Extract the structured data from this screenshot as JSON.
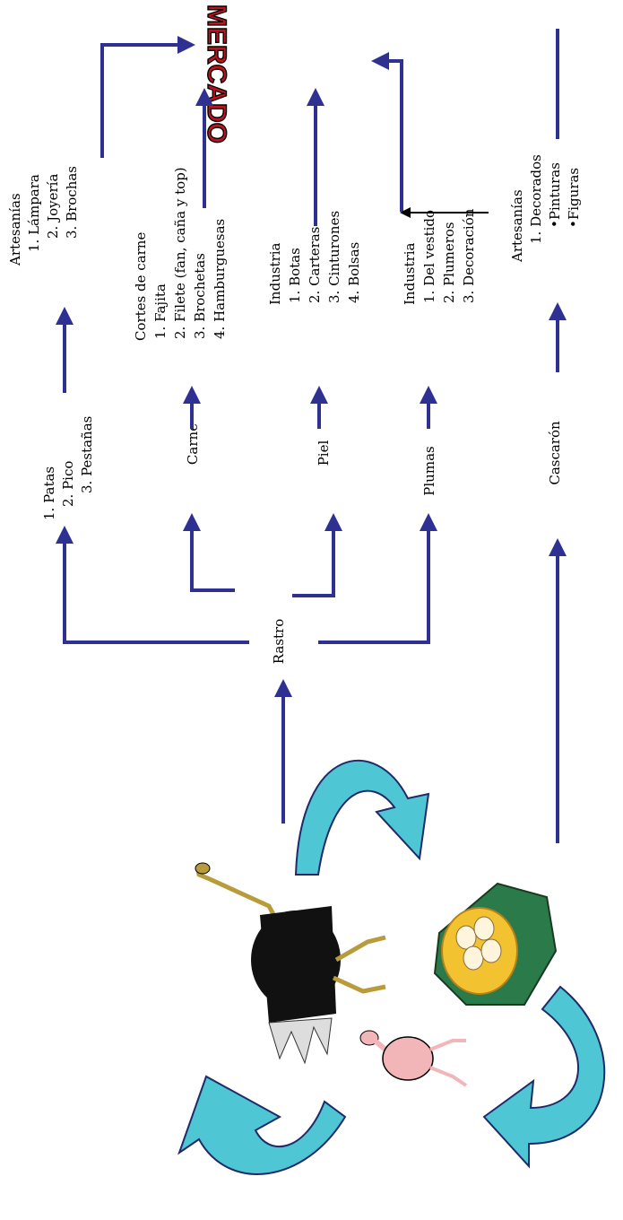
{
  "market_title": "MERCADO",
  "rastro": "Rastro",
  "cascaron": "Cascarón",
  "byproducts": {
    "patas_list": [
      "1. Patas",
      "2. Pico",
      "3. Pestañas"
    ],
    "carne": "Carne",
    "piel": "Piel",
    "plumas": "Plumas"
  },
  "products": {
    "artesanias1": [
      "Artesanías",
      "1. Lámpara",
      "2. Joyería",
      "3. Brochas"
    ],
    "cortes": [
      "Cortes de carne",
      "1. Fajita",
      "2. Filete (fan, caña y top)",
      "3. Brochetas",
      "4. Hamburguesas"
    ],
    "industria_piel": [
      "Industria",
      "1. Botas",
      "2. Carteras",
      "3. Cinturones",
      "4. Bolsas"
    ],
    "industria_plumas": [
      "Industria",
      "1. Del vestido",
      "2. Plumeros",
      "3. Decoración"
    ],
    "artesanias2": [
      "Artesanías",
      "1. Decorados",
      "•Pinturas",
      "•Figuras"
    ]
  },
  "colors": {
    "arrow": "#2e3192",
    "cycle_arrow": "#4fc6d3",
    "market_text": "#c1121f"
  },
  "icons": [
    "ostrich-adult-icon",
    "nest-eggs-icon",
    "ostrich-chick-icon"
  ]
}
